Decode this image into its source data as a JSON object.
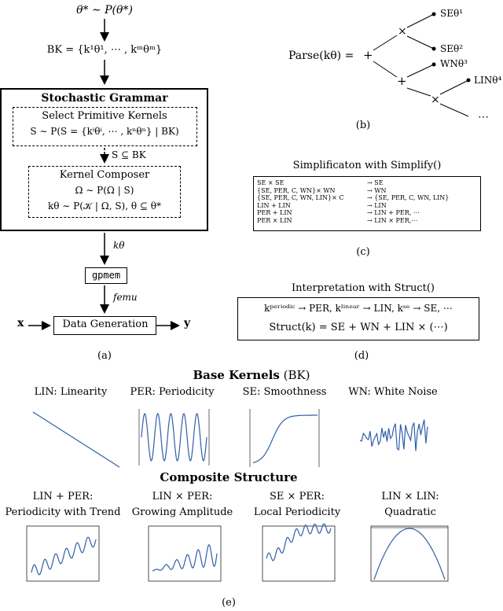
{
  "panel_a": {
    "theta_sample": "θ* ∼ P(θ*)",
    "bk_set": "BK = {k¹θ¹, ⋯ , kᵐθᵐ}",
    "grammar_title": "Stochastic Grammar",
    "select_title": "Select Primitive Kernels",
    "select_formula": "S ∼ P(S = {kⁱθⁱ, ⋯ , kⁿθⁿ} | BK)",
    "subset_label": "S ⊆ BK",
    "composer_title": "Kernel Composer",
    "composer_formula1": "Ω ∼ P(Ω | S)",
    "composer_formula2": "kθ ∼ P(𝒦 | Ω, S),  θ ⊆ θ*",
    "k_theta_label": "kθ",
    "gpmem_label": "gpmem",
    "f_emu_label": "femu",
    "x_label": "x",
    "data_gen_label": "Data Generation",
    "y_label": "y",
    "caption": "(a)"
  },
  "panel_b": {
    "parse_label": "Parse(kθ) =",
    "plus_top": "+",
    "times_top": "×",
    "plus_mid": "+",
    "times_low": "×",
    "leaf_se1": "SEθ¹",
    "leaf_se2": "SEθ²",
    "leaf_wn3": "WNθ³",
    "leaf_lin4": "LINθ⁴",
    "ellipsis": "⋯",
    "caption": "(b)"
  },
  "panel_c": {
    "title": "Simplificaton with Simplify()",
    "rows": [
      {
        "left": "SE × SE",
        "right": "→ SE"
      },
      {
        "left": "{SE, PER, C, WN}× WN",
        "right": "→ WN"
      },
      {
        "left": "{SE, PER, C, WN, LIN}× C",
        "right": "→ {SE, PER, C, WN, LIN}"
      },
      {
        "left": "LIN + LIN",
        "right": "→ LIN"
      },
      {
        "left": "PER + LIN",
        "right": "→ LIN + PER, ⋯"
      },
      {
        "left": "PER × LIN",
        "right": "→ LIN × PER,⋯"
      }
    ],
    "caption": "(c)"
  },
  "panel_d": {
    "title": "Interpretation with Struct()",
    "line1": "kᵖᵉʳⁱᵒᵈⁱᶜ → PER, kˡⁱⁿᵉᵃʳ → LIN, kˢᵉ → SE, ⋯",
    "line2": "Struct(k) = SE + WN + LIN × (⋯)",
    "caption": "(d)"
  },
  "panel_e": {
    "base_title": "Base Kernels",
    "base_title_suffix": "(BK)",
    "base_kernels": [
      {
        "label": "LIN: Linearity"
      },
      {
        "label": "PER: Periodicity"
      },
      {
        "label": "SE: Smoothness"
      },
      {
        "label": "WN: White Noise"
      }
    ],
    "composite_title": "Composite Structure",
    "composites": [
      {
        "line1": "LIN + PER:",
        "line2": "Periodicity with Trend"
      },
      {
        "line1": "LIN × PER:",
        "line2": "Growing Amplitude"
      },
      {
        "line1": "SE × PER:",
        "line2": "Local Periodicity"
      },
      {
        "line1": "LIN × LIN:",
        "line2": "Quadratic"
      }
    ],
    "caption": "(e)"
  },
  "colors": {
    "curve": "#2f5fa8",
    "line": "#000000"
  }
}
